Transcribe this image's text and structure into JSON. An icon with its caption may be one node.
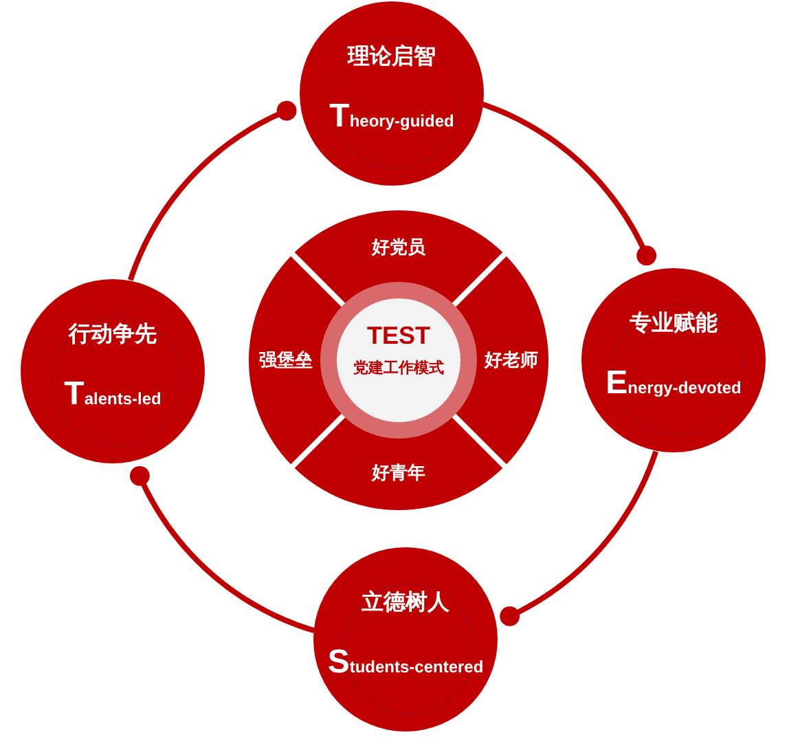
{
  "diagram": {
    "nodes": [
      {
        "text": [
          "理论启智",
          "Theory-guided"
        ]
      },
      {
        "text": [
          "行动争先",
          "Talents-led"
        ]
      },
      {
        "text": [
          "好党员"
        ]
      },
      {
        "text": [
          "强堡垒"
        ]
      },
      {
        "text": [
          "TEST",
          "党建工作模式"
        ]
      },
      {
        "text": [
          "好老师"
        ]
      },
      {
        "text": [
          "好青年"
        ]
      },
      {
        "text": [
          "专业赋能",
          "Energy-devoted"
        ]
      },
      {
        "text": [
          "立德树人",
          "Students-centered"
        ]
      }
    ],
    "edges": [
      {
        "from": 0,
        "to": 7,
        "arrow": "other"
      },
      {
        "from": 7,
        "to": 8,
        "arrow": "other"
      },
      {
        "from": 8,
        "to": 1,
        "arrow": "other"
      },
      {
        "from": 1,
        "to": 0,
        "arrow": "other"
      }
    ]
  }
}
